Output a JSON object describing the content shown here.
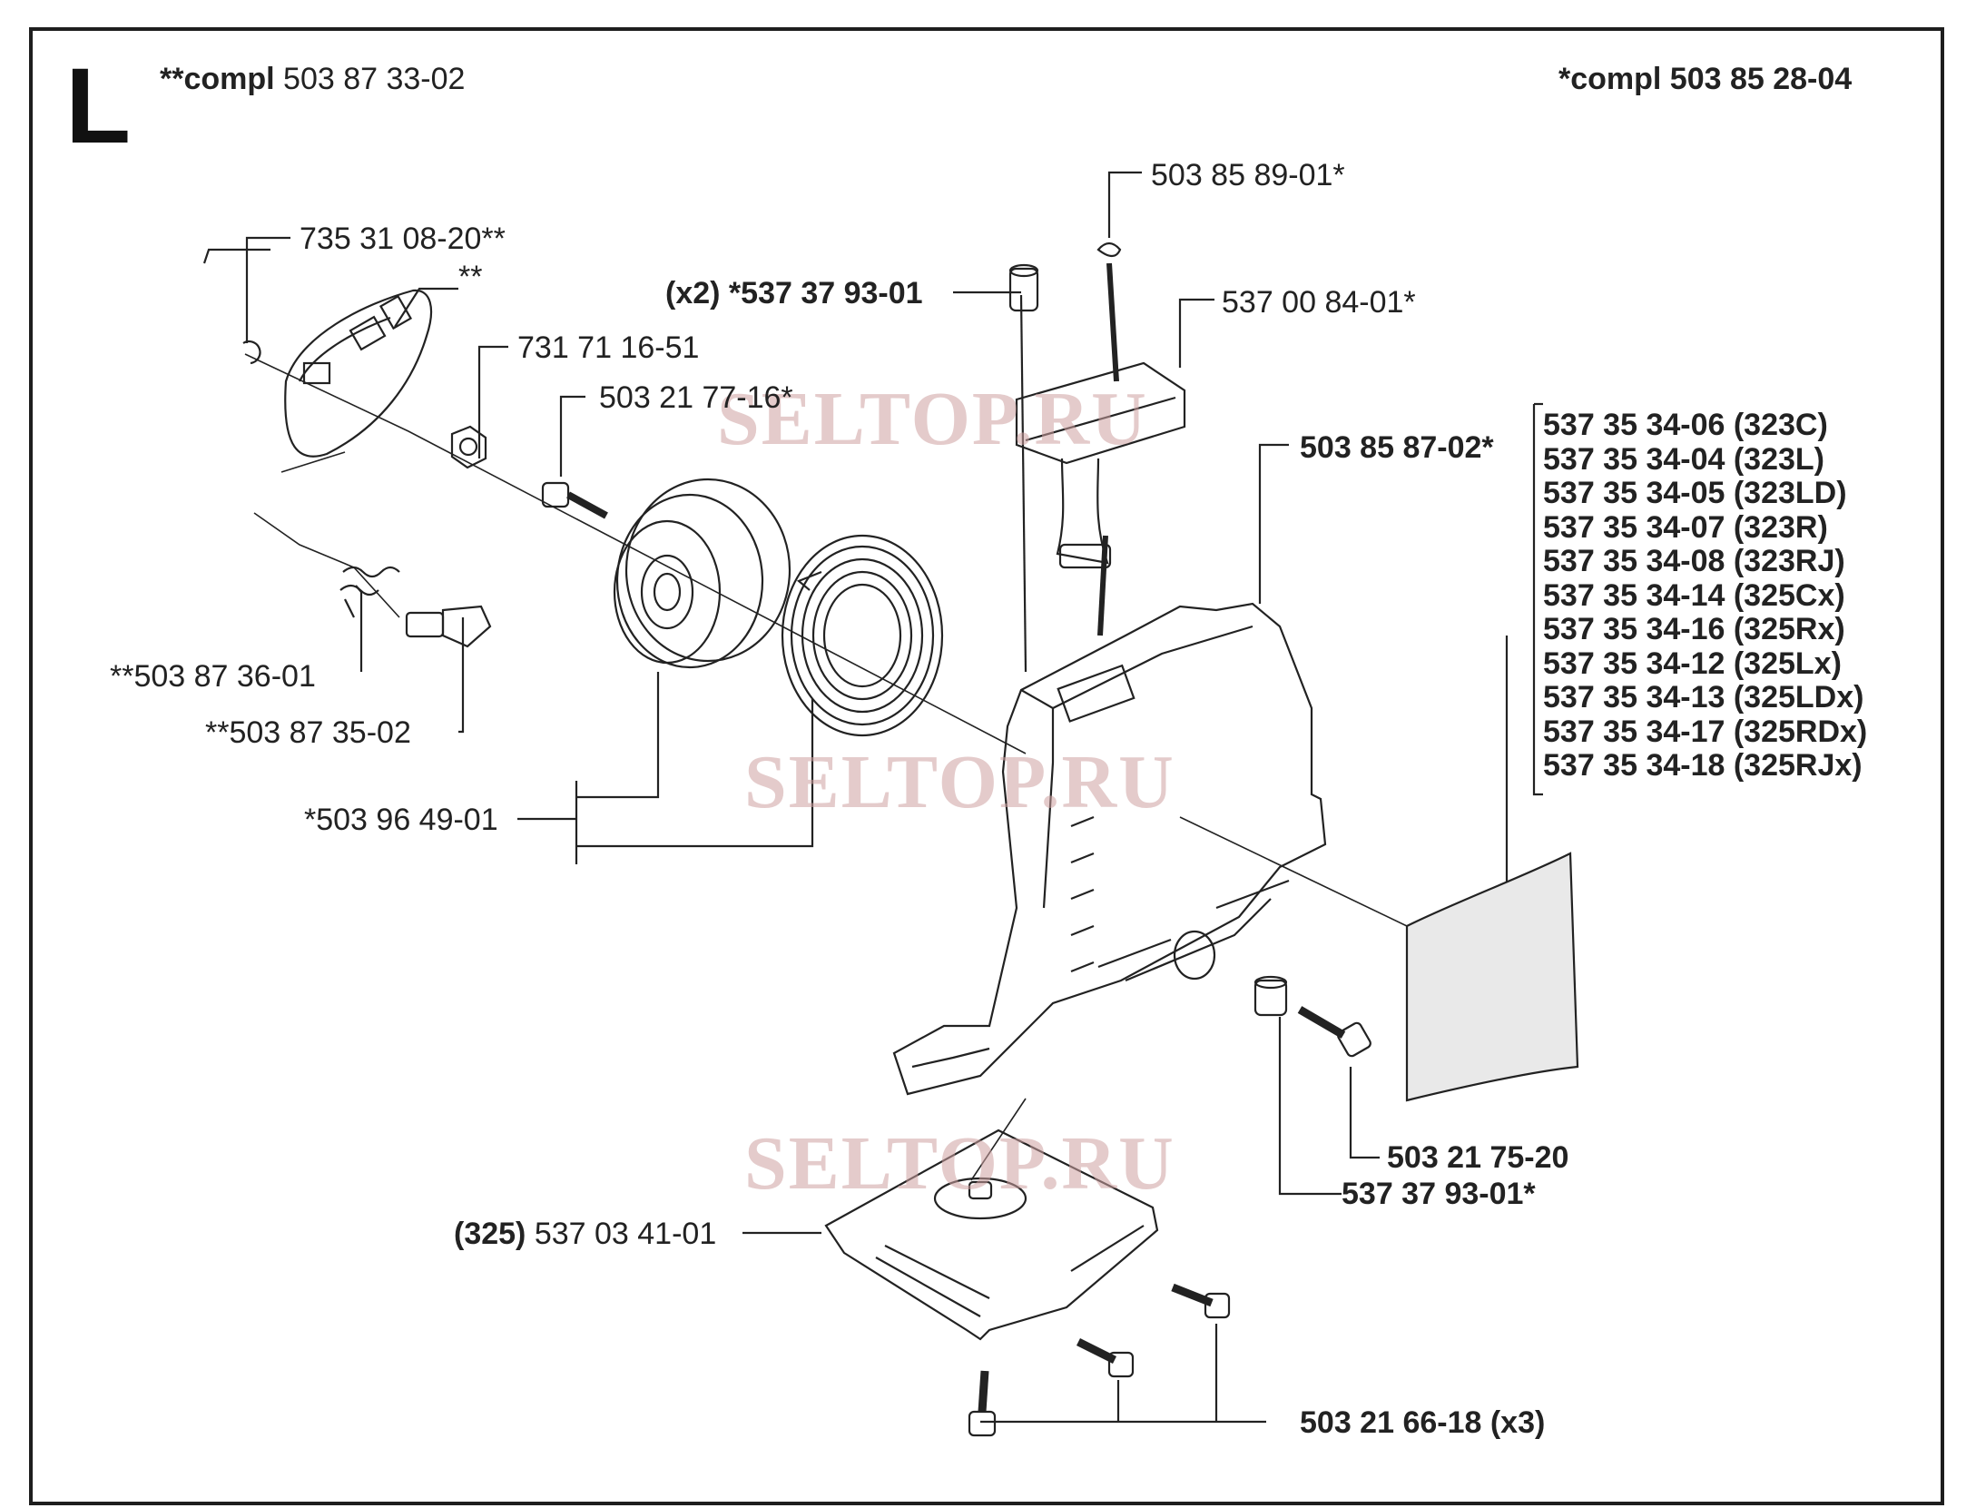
{
  "section": {
    "letter": "L"
  },
  "header": {
    "left_prefix": "**compl",
    "left_number": "503 87 33-02",
    "right_label": "*compl 503 85 28-04"
  },
  "watermark": "SELTOP.RU",
  "parts": {
    "circlip": "735 31 08-20**",
    "starter_pawl_cover": "**",
    "flange_nut": "731 71 16-51",
    "pulley_screw": "503 21 77-16*",
    "return_spring_small": "**503 87 36-01",
    "pawl": "**503 87 35-02",
    "pulley_spring_kit": "*503 96 49-01",
    "handle_bushing_qty": "(x2)",
    "handle_bushing": "*537 37 93-01",
    "starter_rope": "503 85 89-01*",
    "starter_handle": "537 00 84-01*",
    "starter_housing": "503 85 87-02*",
    "housing_screw": "503 21 75-20",
    "housing_bushing": "537 37 93-01*",
    "foot_plate_model": "(325)",
    "foot_plate": "537 03 41-01",
    "plate_screws": "503 21 66-18 (x3)"
  },
  "decal_variants": [
    "537 35 34-06 (323C)",
    "537 35 34-04 (323L)",
    "537 35 34-05 (323LD)",
    "537 35 34-07 (323R)",
    "537 35 34-08 (323RJ)",
    "537 35 34-14 (325Cx)",
    "537 35 34-16 (325Rx)",
    "537 35 34-12 (325Lx)",
    "537 35 34-13 (325LDx)",
    "537 35 34-17 (325RDx)",
    "537 35 34-18 (325RJx)"
  ]
}
